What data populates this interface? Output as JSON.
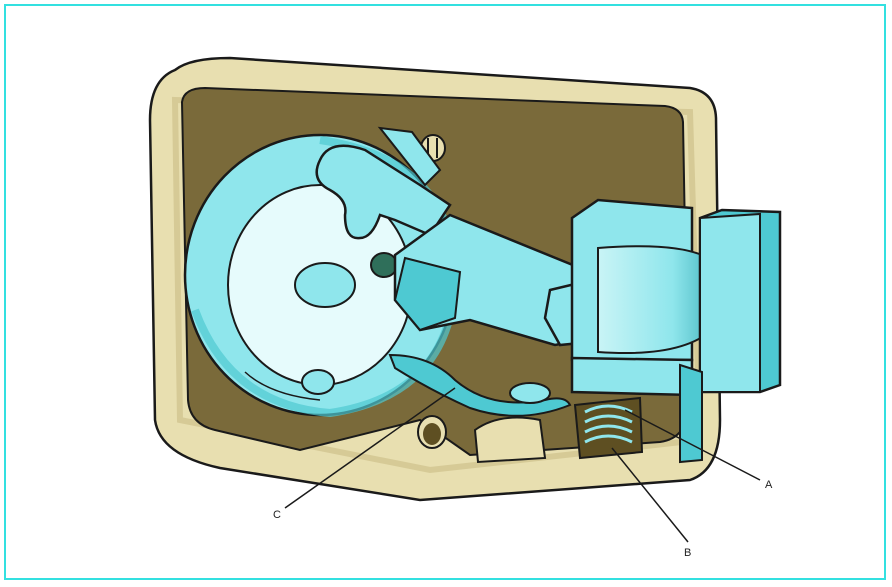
{
  "diagram": {
    "labels": {
      "a": "A",
      "b": "B",
      "c": "C"
    },
    "colors": {
      "frame_border": "#33e0e0",
      "casing": "#e8dfb0",
      "casing_shadow": "#c9bd85",
      "interior": "#7a6a3a",
      "part": "#8fe6ec",
      "part_dark": "#4ec9d2",
      "outline": "#1a1a1a"
    },
    "icons": [
      "lock-body",
      "cam-wheel",
      "lever-arm",
      "bolt",
      "spring",
      "screw"
    ]
  }
}
